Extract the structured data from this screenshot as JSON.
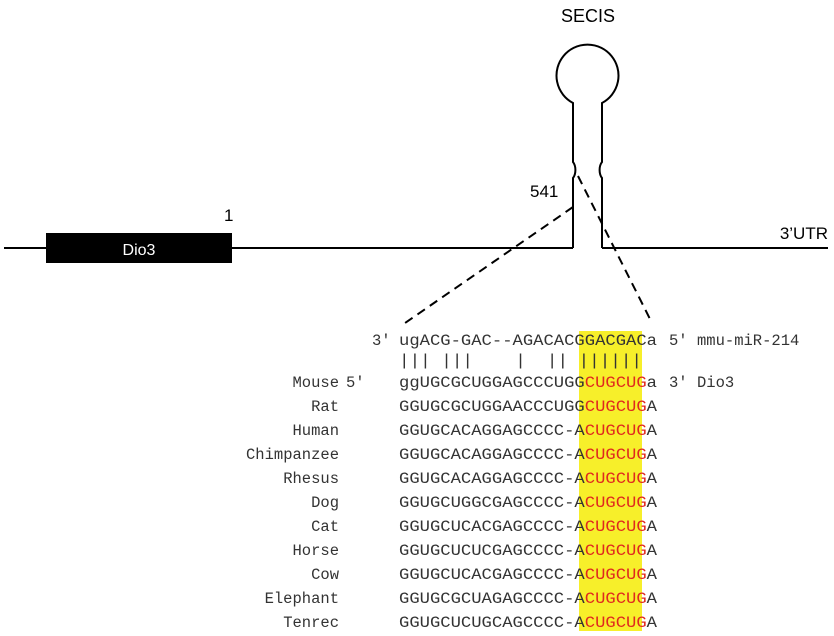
{
  "diagram": {
    "secis_label": "SECIS",
    "position_label": "541",
    "start_label": "1",
    "gene_label": "Dio3",
    "utr_label": "3’UTR"
  },
  "mirna": {
    "prime3": "3'",
    "prefix": "ugACG-GAC--AGACACG",
    "seed": "GACGAC",
    "suffix": "a",
    "prime5": "5'",
    "name": "mmu-miR-214"
  },
  "pairing": {
    "bars": "||| |||    |  || ||||||"
  },
  "alignment": {
    "highlight_color": "#f7ef2a",
    "seed_color": "#e0281e",
    "rows": [
      {
        "species": "Mouse",
        "prime5": "5'",
        "prefix": "ggUGCGCUGGAGCCCUGG",
        "seed": "CUGCUG",
        "suffix": "a",
        "prime3": "3'",
        "gene": "Dio3"
      },
      {
        "species": "Rat",
        "prefix": "GGUGCGCUGGAACCCUGG",
        "seed": "CUGCUG",
        "suffix": "A"
      },
      {
        "species": "Human",
        "prefix": "GGUGCACAGGAGCCCC-A",
        "seed": "CUGCUG",
        "suffix": "A"
      },
      {
        "species": "Chimpanzee",
        "prefix": "GGUGCACAGGAGCCCC-A",
        "seed": "CUGCUG",
        "suffix": "A"
      },
      {
        "species": "Rhesus",
        "prefix": "GGUGCACAGGAGCCCC-A",
        "seed": "CUGCUG",
        "suffix": "A"
      },
      {
        "species": "Dog",
        "prefix": "GGUGCUGGCGAGCCCC-A",
        "seed": "CUGCUG",
        "suffix": "A"
      },
      {
        "species": "Cat",
        "prefix": "GGUGCUCACGAGCCCC-A",
        "seed": "CUGCUG",
        "suffix": "A"
      },
      {
        "species": "Horse",
        "prefix": "GGUGCUCUCGAGCCCC-A",
        "seed": "CUGCUG",
        "suffix": "A"
      },
      {
        "species": "Cow",
        "prefix": "GGUGCUCACGAGCCCC-A",
        "seed": "CUGCUG",
        "suffix": "A"
      },
      {
        "species": "Elephant",
        "prefix": "GGUGCGCUAGAGCCCC-A",
        "seed": "CUGCUG",
        "suffix": "A"
      },
      {
        "species": "Tenrec",
        "prefix": "GGUGCUCUGCAGCCCC-A",
        "seed": "CUGCUG",
        "suffix": "A"
      }
    ]
  }
}
